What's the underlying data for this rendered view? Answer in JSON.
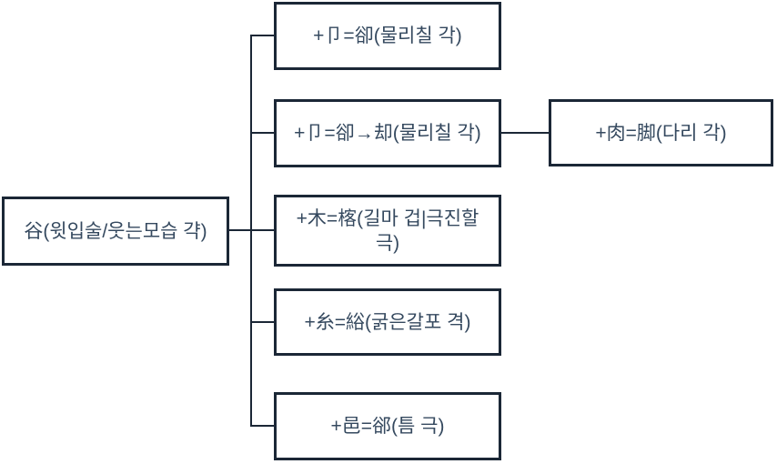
{
  "colors": {
    "border": "#1b2736",
    "text": "#35495f",
    "background": "#ffffff"
  },
  "diagram": {
    "root": {
      "label": "谷(윗입술/웃는모습 갹)"
    },
    "children": [
      {
        "label": "+卩=卻(물리칠 각)"
      },
      {
        "label": "+卩=卻→却(물리칠 각)"
      },
      {
        "label": "+木=楁(길마 겁|극진할 극)"
      },
      {
        "label": "+糸=綌(굵은갈포 격)"
      },
      {
        "label": "+邑=郤(틈 극)"
      }
    ],
    "grandchild": {
      "label": "+肉=脚(다리 각)"
    }
  }
}
